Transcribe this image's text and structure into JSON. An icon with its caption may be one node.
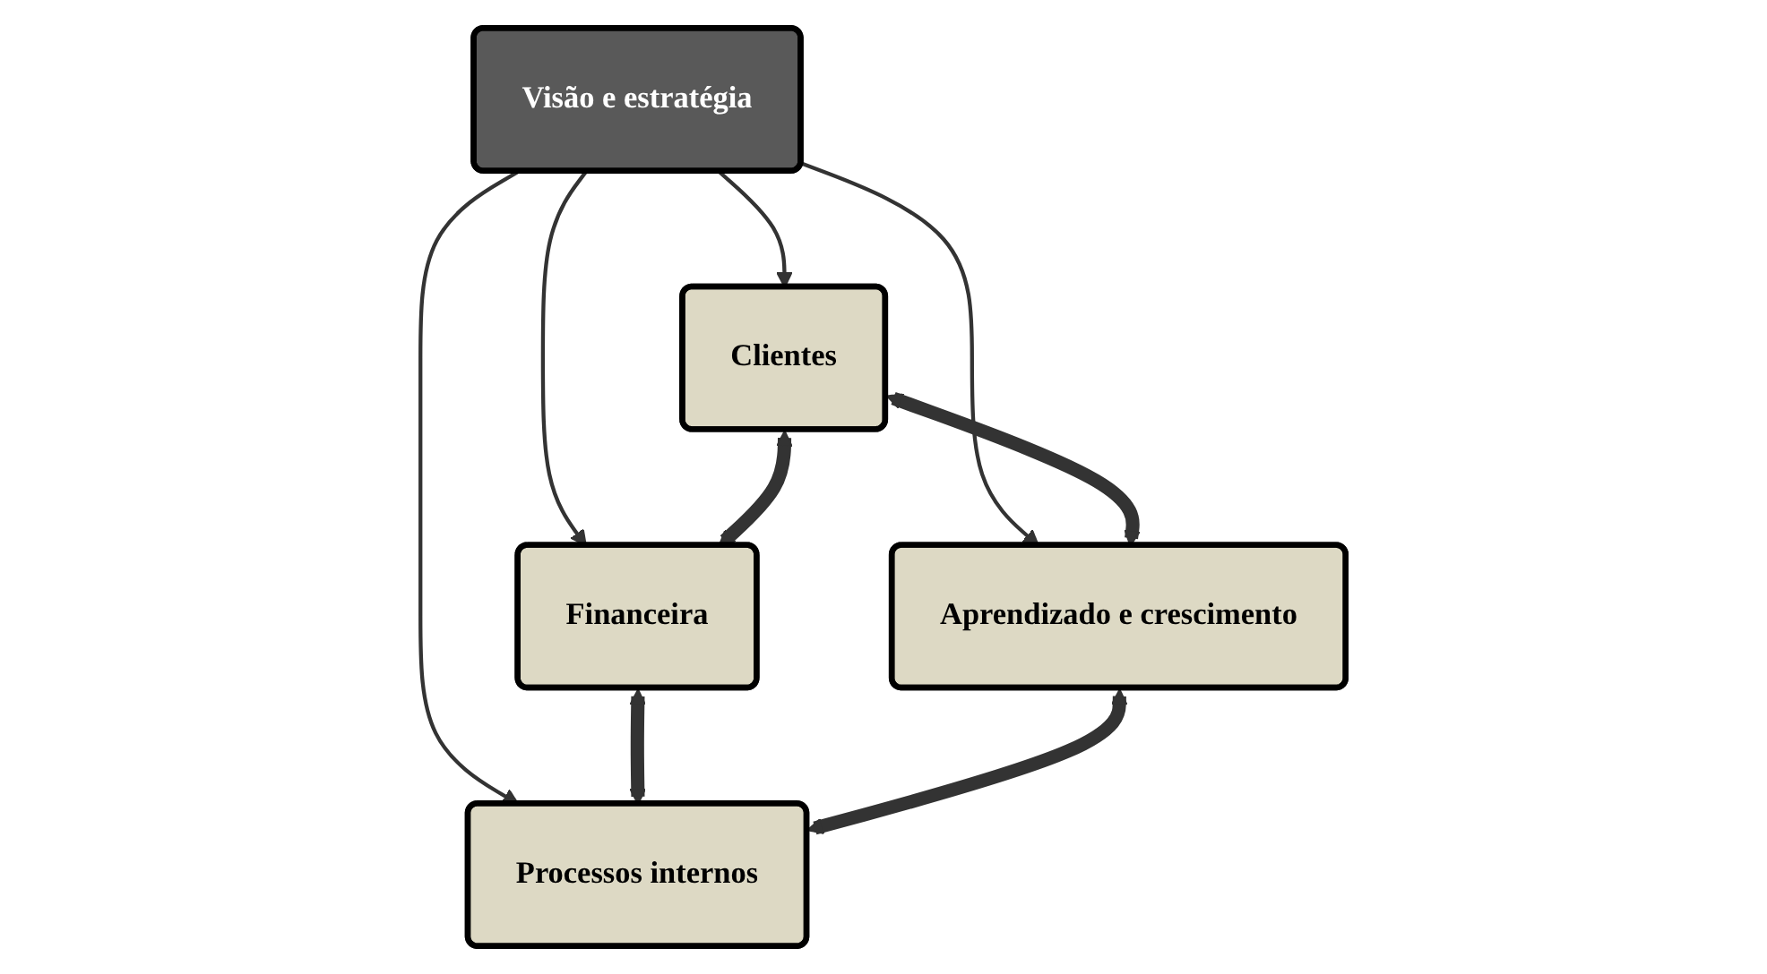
{
  "diagram": {
    "nodes": [
      {
        "text": [
          "Financeira"
        ]
      },
      {
        "text": [
          "Clientes"
        ]
      },
      {
        "text": [
          "Visão e estratégia"
        ]
      },
      {
        "text": [
          "Processos internos"
        ]
      },
      {
        "text": [
          "Aprendizado e crescimento"
        ]
      }
    ],
    "edges": [
      {
        "from": 2,
        "to": 0,
        "arrow": "to"
      },
      {
        "from": 2,
        "to": 1,
        "arrow": "to"
      },
      {
        "from": 2,
        "to": 3,
        "arrow": "to"
      },
      {
        "from": 2,
        "to": 4,
        "arrow": "to"
      },
      {
        "from": 1,
        "to": 0,
        "arrow": "both",
        "style": "thick"
      },
      {
        "from": 0,
        "to": 3,
        "arrow": "both",
        "style": "thick"
      },
      {
        "from": 1,
        "to": 4,
        "arrow": "both",
        "style": "thick"
      },
      {
        "from": 4,
        "to": 3,
        "arrow": "both",
        "style": "thick"
      }
    ]
  }
}
